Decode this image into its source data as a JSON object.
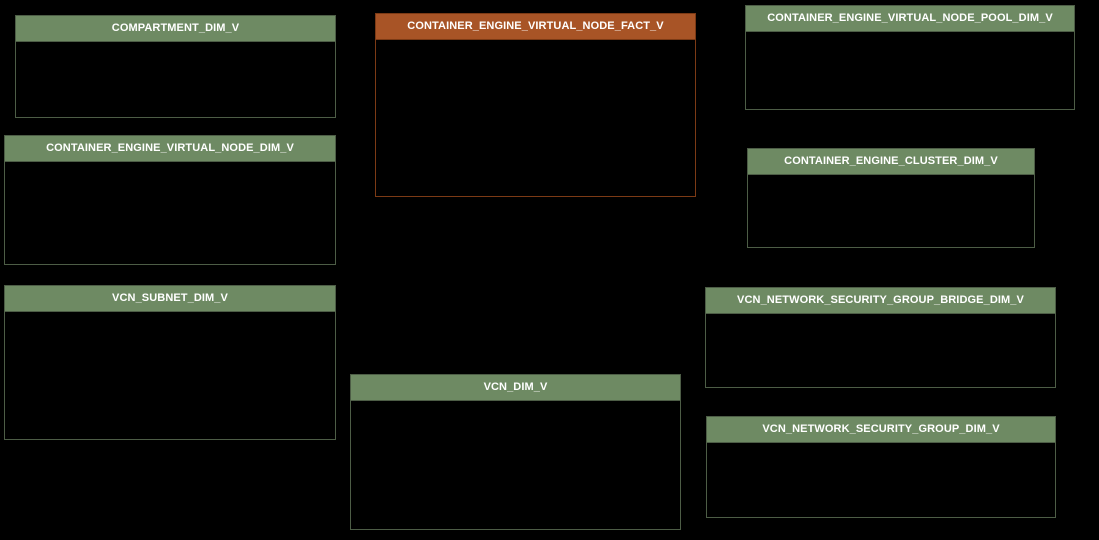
{
  "diagram": {
    "background": "#000000",
    "colors": {
      "dimension_header": "#6e8a63",
      "dimension_border": "#4d5d46",
      "fact_header": "#a85426",
      "fact_border": "#7c3a15",
      "header_text": "#ffffff"
    },
    "tables": [
      {
        "name": "COMPARTMENT_DIM_V",
        "type": "dimension"
      },
      {
        "name": "CONTAINER_ENGINE_VIRTUAL_NODE_FACT_V",
        "type": "fact"
      },
      {
        "name": "CONTAINER_ENGINE_VIRTUAL_NODE_POOL_DIM_V",
        "type": "dimension"
      },
      {
        "name": "CONTAINER_ENGINE_VIRTUAL_NODE_DIM_V",
        "type": "dimension"
      },
      {
        "name": "CONTAINER_ENGINE_CLUSTER_DIM_V",
        "type": "dimension"
      },
      {
        "name": "VCN_SUBNET_DIM_V",
        "type": "dimension"
      },
      {
        "name": "VCN_NETWORK_SECURITY_GROUP_BRIDGE_DIM_V",
        "type": "dimension"
      },
      {
        "name": "VCN_DIM_V",
        "type": "dimension"
      },
      {
        "name": "VCN_NETWORK_SECURITY_GROUP_DIM_V",
        "type": "dimension"
      }
    ]
  }
}
